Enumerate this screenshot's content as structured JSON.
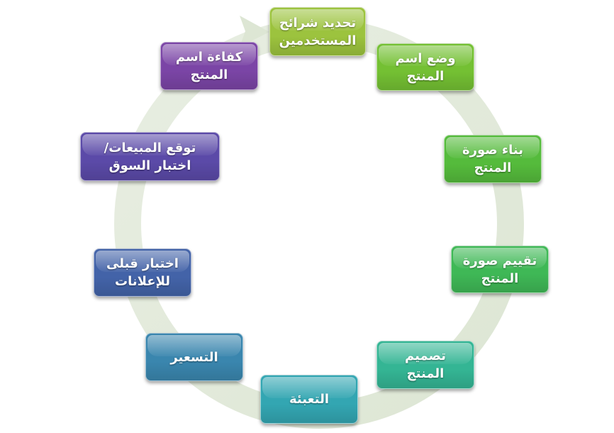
{
  "cycle": {
    "steps": [
      {
        "label": "تحديد شرائح\nالمستخدمين",
        "color": "#9cc33e"
      },
      {
        "label": "وضع اسم\nالمنتج",
        "color": "#74c033"
      },
      {
        "label": "بناء صورة\nالمنتج",
        "color": "#55bb3c"
      },
      {
        "label": "تقييم صورة\nالمنتج",
        "color": "#3fb856"
      },
      {
        "label": "تصميم\nالمنتج",
        "color": "#34b594"
      },
      {
        "label": "التعبئة",
        "color": "#33a6b2"
      },
      {
        "label": "التسعير",
        "color": "#3a86ae"
      },
      {
        "label": "اختبار قبلى\nللإعلانات",
        "color": "#4363a8"
      },
      {
        "label": "توقع المبيعات/\nاختبار السوق",
        "color": "#5b4aa8"
      },
      {
        "label": "كفاءة اسم\nالمنتج",
        "color": "#7b45a6"
      }
    ],
    "ring_color": "#e4ebdd"
  }
}
